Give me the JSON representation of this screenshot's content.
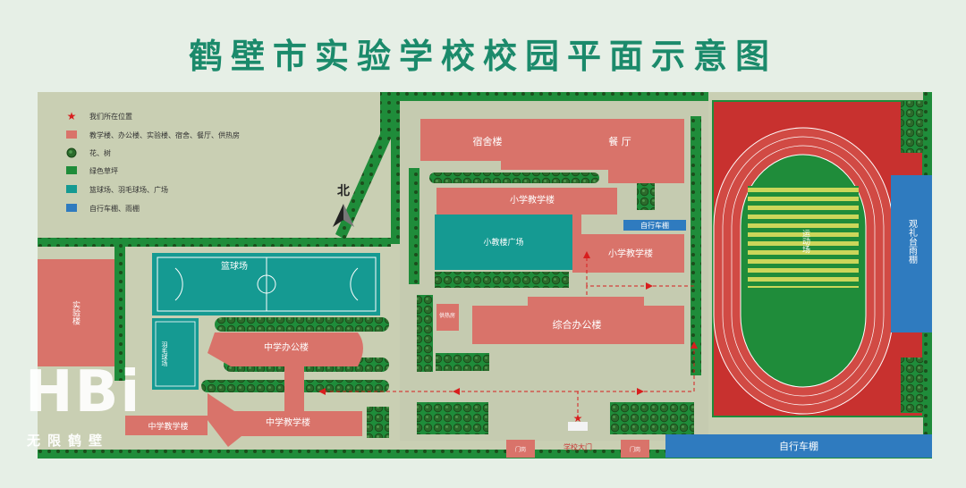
{
  "title": "鹤壁市实验学校校园平面示意图",
  "legend": [
    {
      "icon": "star-icon",
      "color": "#d81e1e",
      "text": "我们所在位置"
    },
    {
      "icon": "building-swatch",
      "color": "#d9736a",
      "text": "教学楼、办公楼、实验楼、宿舍、餐厅、供热房"
    },
    {
      "icon": "tree-icon",
      "color": "#2c6b2c",
      "text": "花、树"
    },
    {
      "icon": "lawn-swatch",
      "color": "#1f8c3a",
      "text": "绿色草坪"
    },
    {
      "icon": "court-swatch",
      "color": "#159a92",
      "text": "篮球场、羽毛球场、广场"
    },
    {
      "icon": "shelter-swatch",
      "color": "#2f7bbf",
      "text": "自行车棚、雨棚"
    }
  ],
  "north": "北",
  "labels": {
    "dormitory": "宿舍楼",
    "canteen": "餐  厅",
    "primary_building_1": "小学教学楼",
    "primary_building_2": "小学教学楼",
    "primary_plaza": "小教楼广场",
    "bike_shed_small": "自行车棚",
    "heating_room": "供热房",
    "admin_building": "综合办公楼",
    "basketball_court": "篮球场",
    "badminton_court": "羽毛球场",
    "lab_building": "实验楼",
    "middle_office": "中学办公楼",
    "middle_teaching_1": "中学教学楼",
    "middle_teaching_2": "中学教学楼",
    "sports_field": "运动场",
    "reviewing_stand": "观礼台雨棚",
    "bike_shed_large": "自行车棚",
    "gate_room_left": "门岗",
    "school_gate": "学校大门",
    "gate_room_right": "门岗"
  },
  "watermark": {
    "big": "HBi",
    "sub": "无限鹤壁"
  },
  "colors": {
    "building": "#d9736a",
    "lawn": "#1f8c3a",
    "court": "#159a92",
    "shelter": "#2f7bbf",
    "track": "#c8312f",
    "ground": "#c9cfb3"
  }
}
